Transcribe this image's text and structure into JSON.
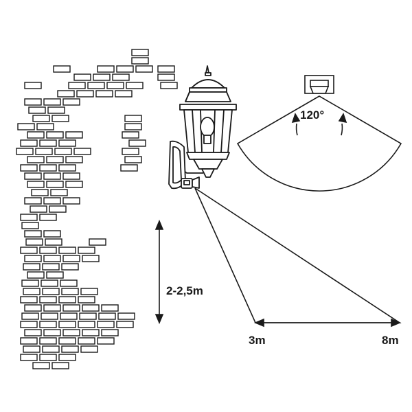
{
  "labels": {
    "mount_height": "2-2,5m",
    "detection_angle": "120°",
    "near_range": "3m",
    "far_range": "8m"
  },
  "icons": {
    "wall": "brick-wall-icon",
    "lamp": "wall-lantern-icon",
    "sensor": "motion-sensor-icon"
  },
  "colors": {
    "stroke": "#1a1a1a",
    "background": "#ffffff"
  }
}
